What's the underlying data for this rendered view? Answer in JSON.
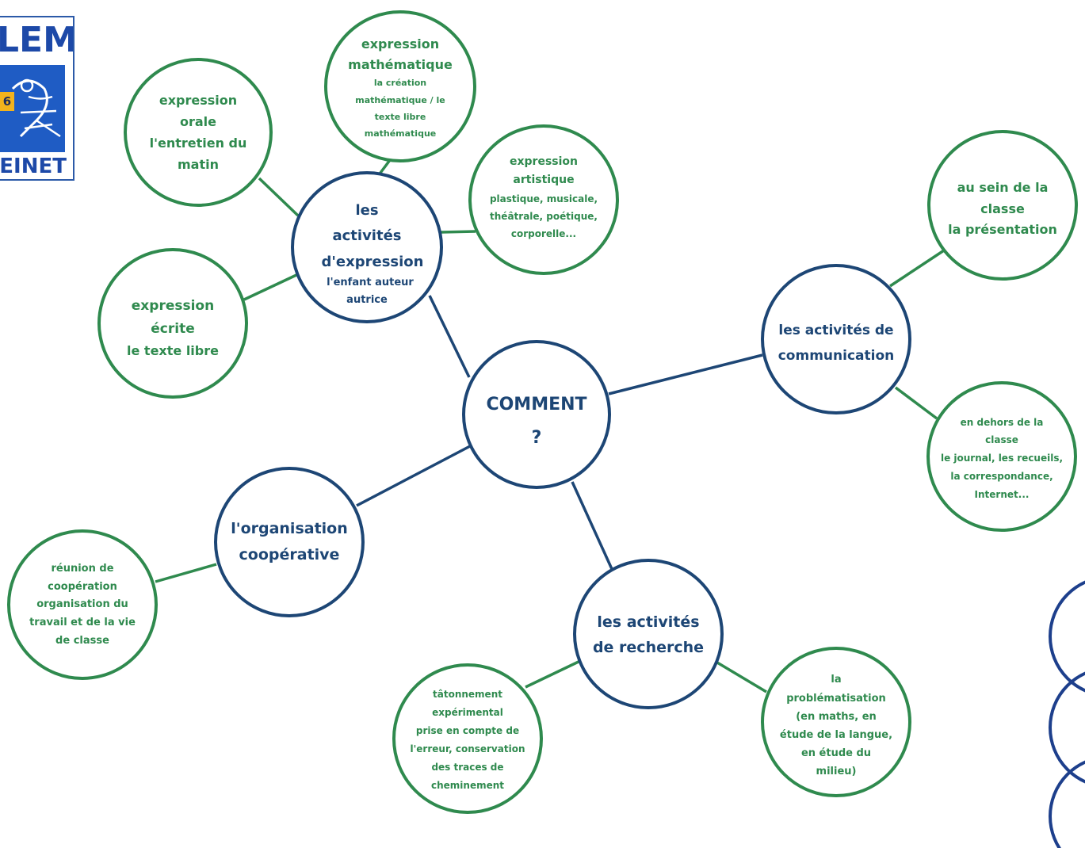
{
  "colors": {
    "green": "#2f8a4e",
    "blue": "#1d4675"
  },
  "logo": {
    "top_text": "LEM",
    "bottom_text": "EINET",
    "number": "6"
  },
  "center": {
    "line1": "COMMENT",
    "line2": "?"
  },
  "hubs": {
    "expression": {
      "lines": [
        "les",
        "activités",
        "d'expression"
      ],
      "sub": [
        "l'enfant auteur",
        "autrice"
      ]
    },
    "communication": {
      "lines": [
        "les activités de",
        "communication"
      ]
    },
    "recherche": {
      "lines": [
        "les activités",
        "de recherche"
      ]
    },
    "organisation": {
      "lines": [
        "l'organisation",
        "coopérative"
      ]
    }
  },
  "leaves": {
    "orale": [
      "expression",
      "orale",
      "l'entretien du",
      "matin"
    ],
    "mathematique": {
      "title": [
        "expression",
        "mathématique"
      ],
      "sub": [
        "la création",
        "mathématique / le",
        "texte libre",
        "mathématique"
      ]
    },
    "artistique": [
      "expression",
      "artistique",
      "plastique, musicale,",
      "théâtrale, poétique,",
      "corporelle..."
    ],
    "ecrite": [
      "expression",
      "écrite",
      "le texte libre"
    ],
    "sein": [
      "au sein de la",
      "classe",
      "la présentation"
    ],
    "dehors": [
      "en dehors de la",
      "classe",
      "le journal, les recueils,",
      "la correspondance,",
      "Internet..."
    ],
    "reunion": [
      "réunion de",
      "coopération",
      "organisation du",
      "travail et de la vie",
      "de classe"
    ],
    "tatonnement": [
      "tâtonnement",
      "expérimental",
      "prise en compte de",
      "l'erreur, conservation",
      "des traces de",
      "cheminement"
    ],
    "problematisation": [
      "la",
      "problématisation",
      "(en maths, en",
      "étude de la langue,",
      "en étude du",
      "milieu)"
    ]
  }
}
